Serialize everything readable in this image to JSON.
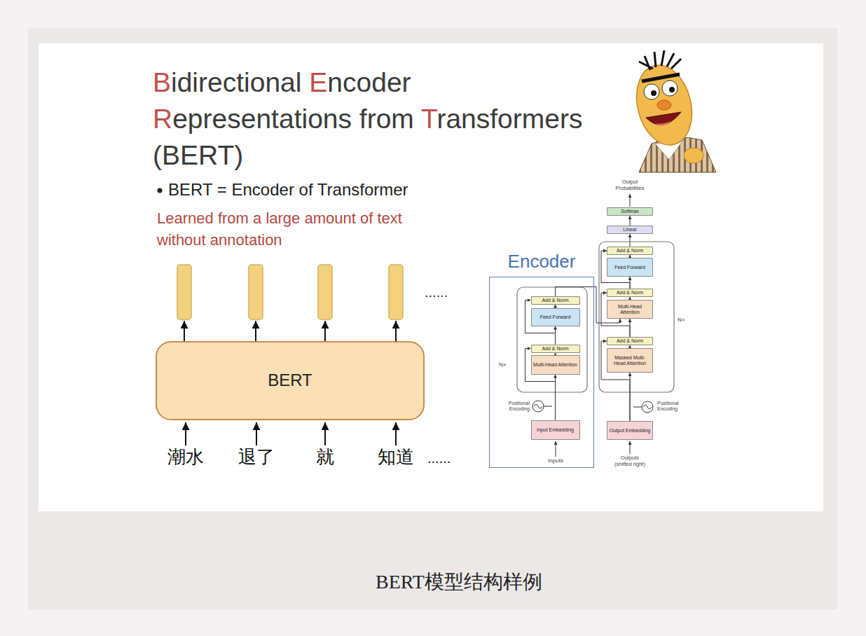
{
  "diagram": {
    "title": "Bidirectional Encoder Representations from Transformers (BERT)",
    "caption": "BERT模型结构样例",
    "nodes": [
      {
        "text": [
          "BERT"
        ]
      },
      {
        "text": [
          "Encoder"
        ]
      },
      {
        "text": [
          "Add & Norm"
        ],
        "in": 1
      },
      {
        "text": [
          "Feed Forward"
        ],
        "in": 1
      },
      {
        "text": [
          "Add & Norm"
        ],
        "in": 1
      },
      {
        "text": [
          "Multi-Head Attention"
        ],
        "in": 1
      },
      {
        "text": [
          "Input Embedding"
        ],
        "in": 1
      },
      {
        "text": [
          "Softmax"
        ]
      },
      {
        "text": [
          "Linear"
        ]
      },
      {
        "text": [
          "Add & Norm"
        ]
      },
      {
        "text": [
          "Feed Forward"
        ]
      },
      {
        "text": [
          "Add & Norm"
        ]
      },
      {
        "text": [
          "Multi-Head Attention"
        ]
      },
      {
        "text": [
          "Add & Norm"
        ]
      },
      {
        "text": [
          "Masked Multi-Head Attention"
        ]
      },
      {
        "text": [
          "Output Embedding"
        ]
      }
    ],
    "edges": [
      {
        "from": 6,
        "to": 5,
        "arrow": "to"
      },
      {
        "from": 5,
        "to": 4,
        "arrow": "to"
      },
      {
        "from": 4,
        "to": 3,
        "arrow": "to"
      },
      {
        "from": 3,
        "to": 2,
        "arrow": "to"
      },
      {
        "from": 6,
        "to": 4,
        "arrow": "to"
      },
      {
        "from": 4,
        "to": 2,
        "arrow": "to"
      },
      {
        "from": 15,
        "to": 14,
        "arrow": "to"
      },
      {
        "from": 14,
        "to": 13,
        "arrow": "to"
      },
      {
        "from": 13,
        "to": 12,
        "arrow": "to"
      },
      {
        "from": 12,
        "to": 11,
        "arrow": "to"
      },
      {
        "from": 11,
        "to": 10,
        "arrow": "to"
      },
      {
        "from": 10,
        "to": 9,
        "arrow": "to"
      },
      {
        "from": 9,
        "to": 8,
        "arrow": "to"
      },
      {
        "from": 8,
        "to": 7,
        "arrow": "to"
      },
      {
        "from": 15,
        "to": 13,
        "arrow": "to"
      },
      {
        "from": 13,
        "to": 11,
        "arrow": "to"
      },
      {
        "from": 11,
        "to": 9,
        "arrow": "to"
      },
      {
        "from": 2,
        "to": 12,
        "arrow": "to"
      }
    ],
    "labels": [
      "BERT = Encoder of Transformer",
      "Learned from a large amount of text without annotation",
      "......",
      "潮水",
      "退了",
      "就",
      "知道",
      "......",
      "Output Probabilities",
      "N×",
      "Positional Encoding",
      "Inputs",
      "N×",
      "Positional Encoding",
      "Outputs (shifted right)"
    ]
  }
}
